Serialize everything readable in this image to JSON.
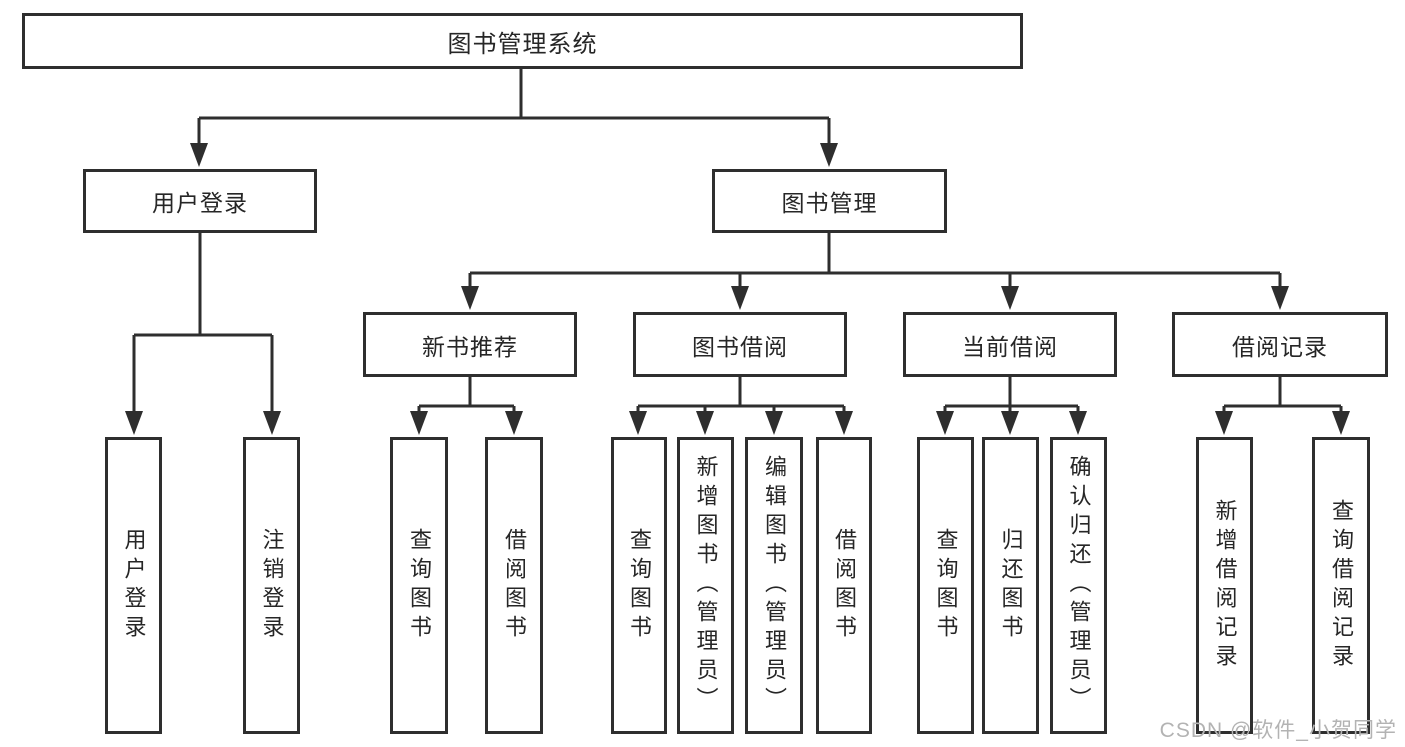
{
  "diagram_title": "图书管理系统",
  "tree": {
    "root": {
      "label": "图书管理系统"
    },
    "branches": [
      {
        "label": "用户登录",
        "children": [
          {
            "label": "用户登录"
          },
          {
            "label": "注销登录"
          }
        ]
      },
      {
        "label": "图书管理",
        "groups": [
          {
            "label": "新书推荐",
            "children": [
              {
                "label": "查询图书"
              },
              {
                "label": "借阅图书"
              }
            ]
          },
          {
            "label": "图书借阅",
            "children": [
              {
                "label": "查询图书"
              },
              {
                "label": "新增图书（管理员）"
              },
              {
                "label": "编辑图书（管理员）"
              },
              {
                "label": "借阅图书"
              }
            ]
          },
          {
            "label": "当前借阅",
            "children": [
              {
                "label": "查询图书"
              },
              {
                "label": "归还图书"
              },
              {
                "label": "确认归还（管理员）"
              }
            ]
          },
          {
            "label": "借阅记录",
            "children": [
              {
                "label": "新增借阅记录"
              },
              {
                "label": "查询借阅记录"
              }
            ]
          }
        ]
      }
    ]
  },
  "watermark": {
    "text": "CSDN @软件_小贺同学"
  },
  "colors": {
    "line": "#2e2e2e",
    "text": "#262626",
    "watermark": "#b3b3b3",
    "background": "#ffffff"
  }
}
